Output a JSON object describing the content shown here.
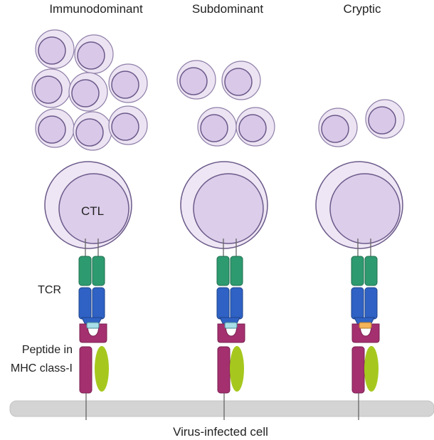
{
  "columns": [
    {
      "title": "Immunodominant",
      "small_cell_count": 8
    },
    {
      "title": "Subdominant",
      "small_cell_count": 4
    },
    {
      "title": "Cryptic",
      "small_cell_count": 2
    }
  ],
  "labels": {
    "ctl": "CTL",
    "tcr": "TCR",
    "peptide_line1": "Peptide in",
    "peptide_line2": "MHC class-I",
    "membrane": "Virus-infected cell"
  },
  "colors": {
    "cell_fill": "#e8dcf0",
    "cell_ring": "#6b5a8a",
    "nucleus_fill": "#d6c4e6",
    "tcr_upper": "#2e9a6f",
    "tcr_lower": "#2f62c4",
    "mhc": "#a4306f",
    "beta2m": "#a6c81e",
    "peptide_immunodominant": "#a8dfe8",
    "peptide_subdominant": "#a8dfe8",
    "peptide_cryptic": "#f5b35a",
    "membrane": "#d4d4d4"
  }
}
